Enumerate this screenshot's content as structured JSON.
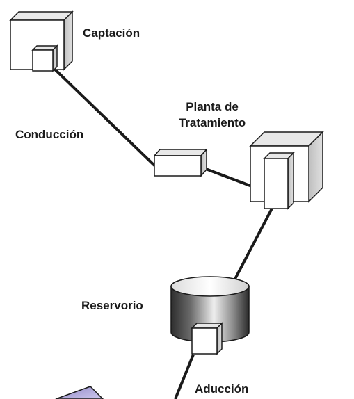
{
  "labels": {
    "captacion": "Captación",
    "conduccion": "Conducción",
    "planta_line1": "Planta de",
    "planta_line2": "Tratamiento",
    "reservorio": "Reservorio",
    "aduccion": "Aducción"
  },
  "colors": {
    "stroke": "#1a1a1a",
    "box_face": "#ffffff",
    "box_side": "#cfcfcf",
    "box_top": "#e6e6e6",
    "cylinder_dark": "#3a3a3a",
    "cylinder_light": "#f2f2f2",
    "partial_shape": "#b9b2dc"
  }
}
